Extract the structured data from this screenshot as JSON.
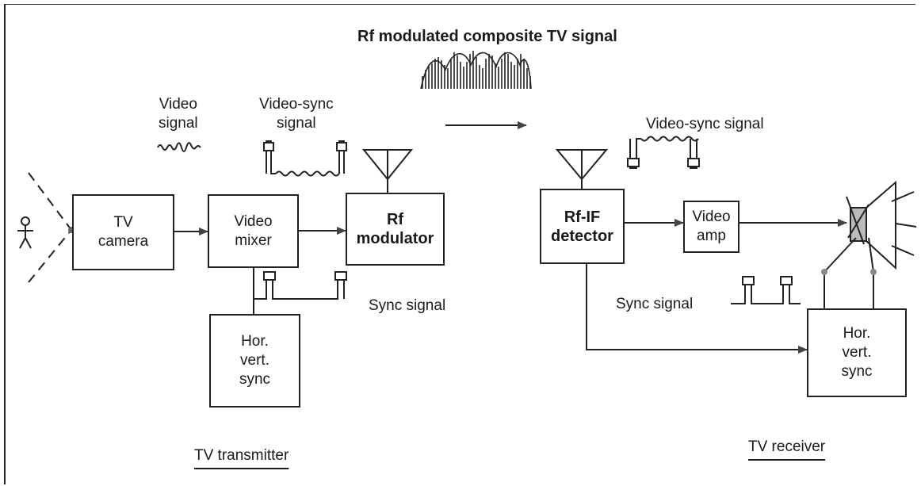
{
  "title": "Rf modulated composite TV signal",
  "transmitter": {
    "section_label": "TV transmitter",
    "camera": "TV\ncamera",
    "mixer": "Video\nmixer",
    "sync_gen": "Hor.\nvert.\nsync",
    "modulator": "Rf\nmodulator",
    "video_signal_label": "Video\nsignal",
    "video_sync_label": "Video-sync\nsignal",
    "sync_signal_label": "Sync signal"
  },
  "receiver": {
    "section_label": "TV receiver",
    "detector": "Rf-IF\ndetector",
    "video_amp": "Video\namp",
    "sync_proc": "Hor.\nvert.\nsync",
    "video_sync_label": "Video-sync signal",
    "sync_signal_label": "Sync signal"
  }
}
